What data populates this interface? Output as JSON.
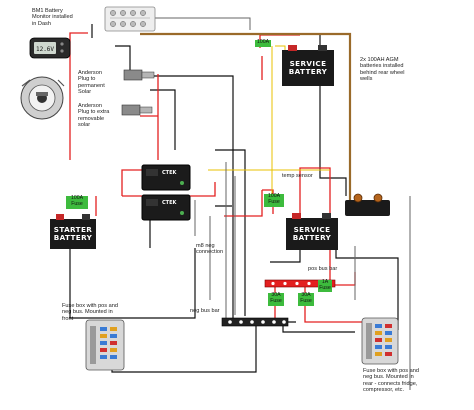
{
  "labels": {
    "bm1_monitor": "BM1 Battery\nMonitor installed\nin Dash",
    "anderson_permanent": "Anderson\nPlug to\npermanent\nSolar",
    "anderson_removable": "Anderson\nPlug to extra\nremovable\nsolar",
    "agm_batteries": "2x 100AH AGM\nbatteries installed\nbehind rear wheel\nwells",
    "temp_sensor": "temp sensor",
    "m8_neg_connection": "m8 neg\nconnection",
    "pos_bus_bar": "pos bus bar",
    "neg_bus_bar": "neg bus bar",
    "fuse_box_front": "Fuse box with pos and\nneg bus. Mounted in\nfront",
    "fuse_box_rear": "Fuse box with pos and\nneg bus. Mounted in\nrear - connects fridge,\ncompressor, etc."
  },
  "batteries": {
    "starter": "STARTER\nBATTERY",
    "service_top": "SERVICE\nBATTERY",
    "service_bottom": "SERVICE\nBATTERY"
  },
  "fuses": {
    "starter_fuse": "100A\nFuse",
    "service_fuse": "100A\nFuse",
    "fuse_30a_left": "30A\nFuse",
    "fuse_30a_right": "30A\nFuse",
    "fuse_top": "100A",
    "fuse_right_bus": "1A\nFuse"
  },
  "devices": {
    "ctek_top": "CTEK",
    "ctek_bottom": "CTEK",
    "monitor_display": "12.6V"
  },
  "colors": {
    "positive_wire": "#e32020",
    "negative_wire": "#111111",
    "shunt_wire": "#9a6a2a",
    "sense_wire": "#e8c200",
    "fuse_green": "#3dbb3d",
    "battery_body": "#1a1a1a"
  }
}
